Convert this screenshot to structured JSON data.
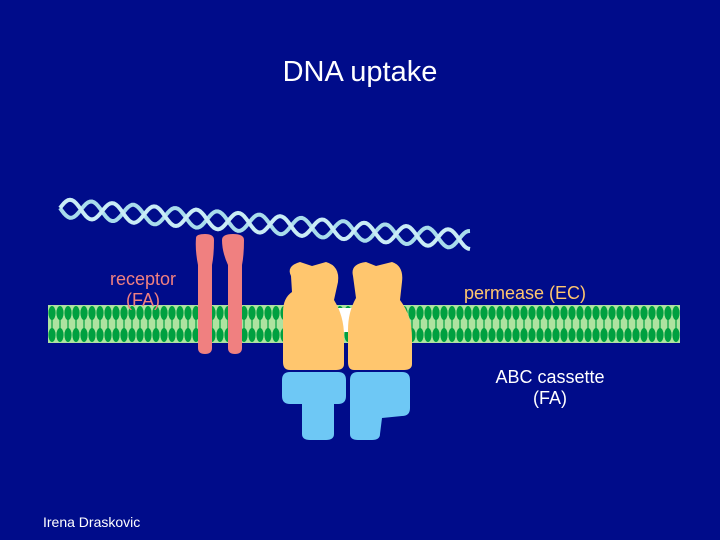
{
  "title": "DNA uptake",
  "labels": {
    "receptor_line1": "receptor",
    "receptor_line2": "(FA)",
    "permease": "permease (EC)",
    "abc_line1": "ABC cassette",
    "abc_line2": "(FA)"
  },
  "author": "Irena Draskovic",
  "colors": {
    "background": "#000c8a",
    "membrane": "#00a040",
    "dna": "#a8dcec",
    "receptor": "#f08080",
    "permease": "#ffc66e",
    "abc_cassette": "#6ec8f5"
  }
}
